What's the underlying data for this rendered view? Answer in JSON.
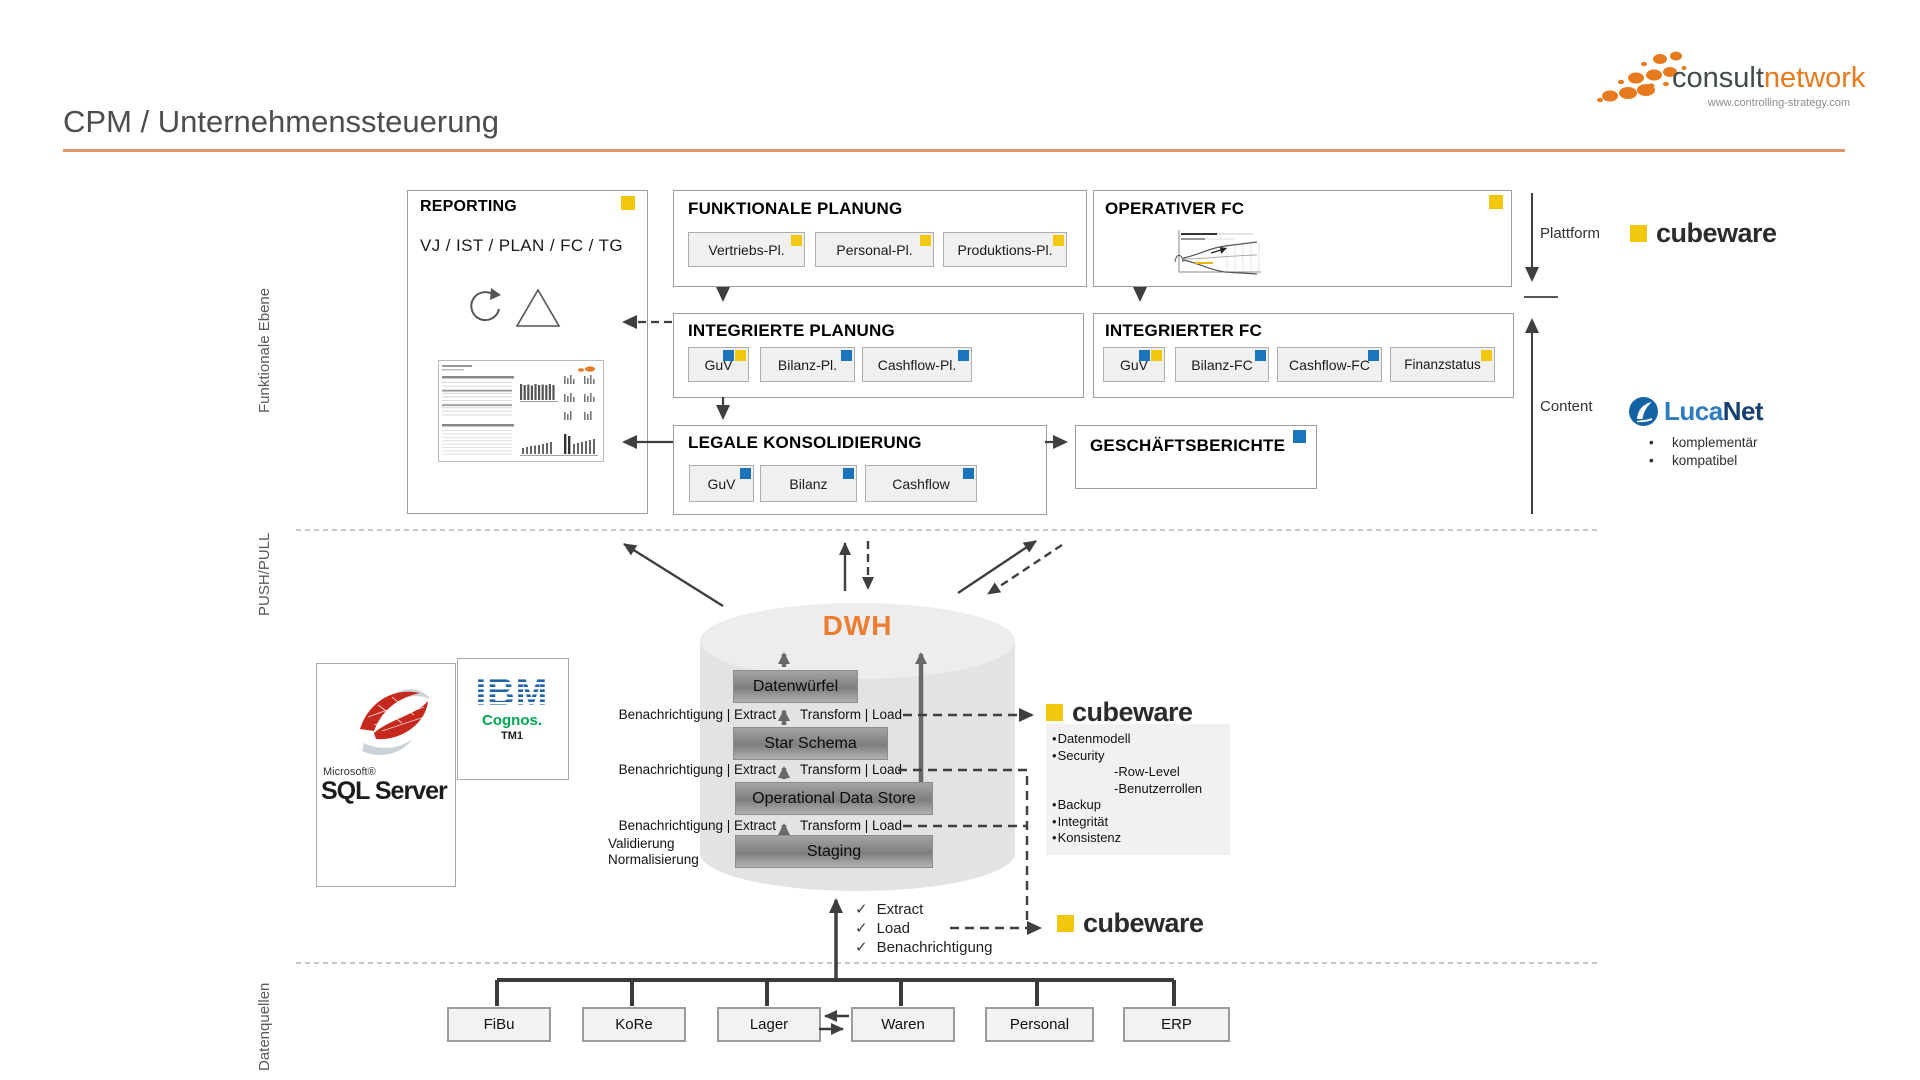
{
  "header": {
    "title": "CPM / Unternehmenssteuerung"
  },
  "brand": {
    "name_left": "consult",
    "name_right": "network",
    "url": "www.controlling-strategy.com"
  },
  "side_labels": {
    "top": "Funktionale Ebene",
    "middle": "PUSH/PULL",
    "bottom": "Datenquellen"
  },
  "right_rail": {
    "plattform_label": "Plattform",
    "content_label": "Content",
    "cubeware_label": "cubeware",
    "lucanet": {
      "part1": "Luca",
      "part2": "Net",
      "bullets": [
        "komplementär",
        "kompatibel"
      ]
    }
  },
  "boxes": {
    "reporting": {
      "title": "REPORTING",
      "subtitle": "VJ / IST / PLAN / FC / TG"
    },
    "funktionale_planung": {
      "title": "FUNKTIONALE PLANUNG",
      "items": [
        {
          "label": "Vertriebs-Pl.",
          "badges": [
            "yellow"
          ]
        },
        {
          "label": "Personal-Pl.",
          "badges": [
            "yellow"
          ]
        },
        {
          "label": "Produktions-Pl.",
          "badges": [
            "yellow"
          ]
        }
      ]
    },
    "operativer_fc": {
      "title": "OPERATIVER FC"
    },
    "integrierte_planung": {
      "title": "INTEGRIERTE PLANUNG",
      "items": [
        {
          "label": "GuV",
          "badges": [
            "blue",
            "yellow"
          ]
        },
        {
          "label": "Bilanz-Pl.",
          "badges": [
            "blue"
          ]
        },
        {
          "label": "Cashflow-Pl.",
          "badges": [
            "blue"
          ]
        }
      ]
    },
    "integrierter_fc": {
      "title": "INTEGRIERTER FC",
      "items": [
        {
          "label": "GuV",
          "badges": [
            "blue",
            "yellow"
          ]
        },
        {
          "label": "Bilanz-FC",
          "badges": [
            "blue"
          ]
        },
        {
          "label": "Cashflow-FC",
          "badges": [
            "blue"
          ]
        },
        {
          "label": "Finanzstatus",
          "badges": [
            "yellow"
          ]
        }
      ]
    },
    "legale_konsolidierung": {
      "title": "LEGALE KONSOLIDIERUNG",
      "items": [
        {
          "label": "GuV",
          "badges": [
            "blue"
          ]
        },
        {
          "label": "Bilanz",
          "badges": [
            "blue"
          ]
        },
        {
          "label": "Cashflow",
          "badges": [
            "blue"
          ]
        }
      ]
    },
    "geschaeftsberichte": {
      "title": "GESCHÄFTSBERICHTE"
    }
  },
  "dwh": {
    "label": "DWH",
    "layers": [
      "Datenwürfel",
      "Star Schema",
      "Operational Data Store",
      "Staging"
    ],
    "etl_rows": [
      {
        "left": "Benachrichtigung | Extract",
        "right": "Transform | Load"
      },
      {
        "left": "Benachrichtigung | Extract",
        "right": "Transform | Load"
      },
      {
        "left": "Benachrichtigung | Extract",
        "right": "Transform | Load"
      }
    ],
    "extra_labels": [
      "Validierung",
      "Normalisierung"
    ]
  },
  "cubeware_mid": {
    "label": "cubeware",
    "panel": [
      "Datenmodell",
      "Security",
      "-Row-Level",
      "-Benutzerrollen",
      "Backup",
      "Integrität",
      "Konsistenz"
    ]
  },
  "cubeware_bottom": {
    "label": "cubeware"
  },
  "checklist": [
    "Extract",
    "Load",
    "Benachrichtigung"
  ],
  "sources": [
    "FiBu",
    "KoRe",
    "Lager",
    "Waren",
    "Personal",
    "ERP"
  ],
  "vendors": {
    "microsoft": "Microsoft®",
    "sql": "SQL Server",
    "ibm": "IBM",
    "cognos": "Cognos.",
    "tm1": "TM1"
  },
  "colors": {
    "accent_yellow": "#F2C80F",
    "accent_blue": "#1B75BC",
    "dwh_orange": "#ED7D31",
    "rule_orange": "#E0946C",
    "brand_orange": "#E87A1E"
  }
}
